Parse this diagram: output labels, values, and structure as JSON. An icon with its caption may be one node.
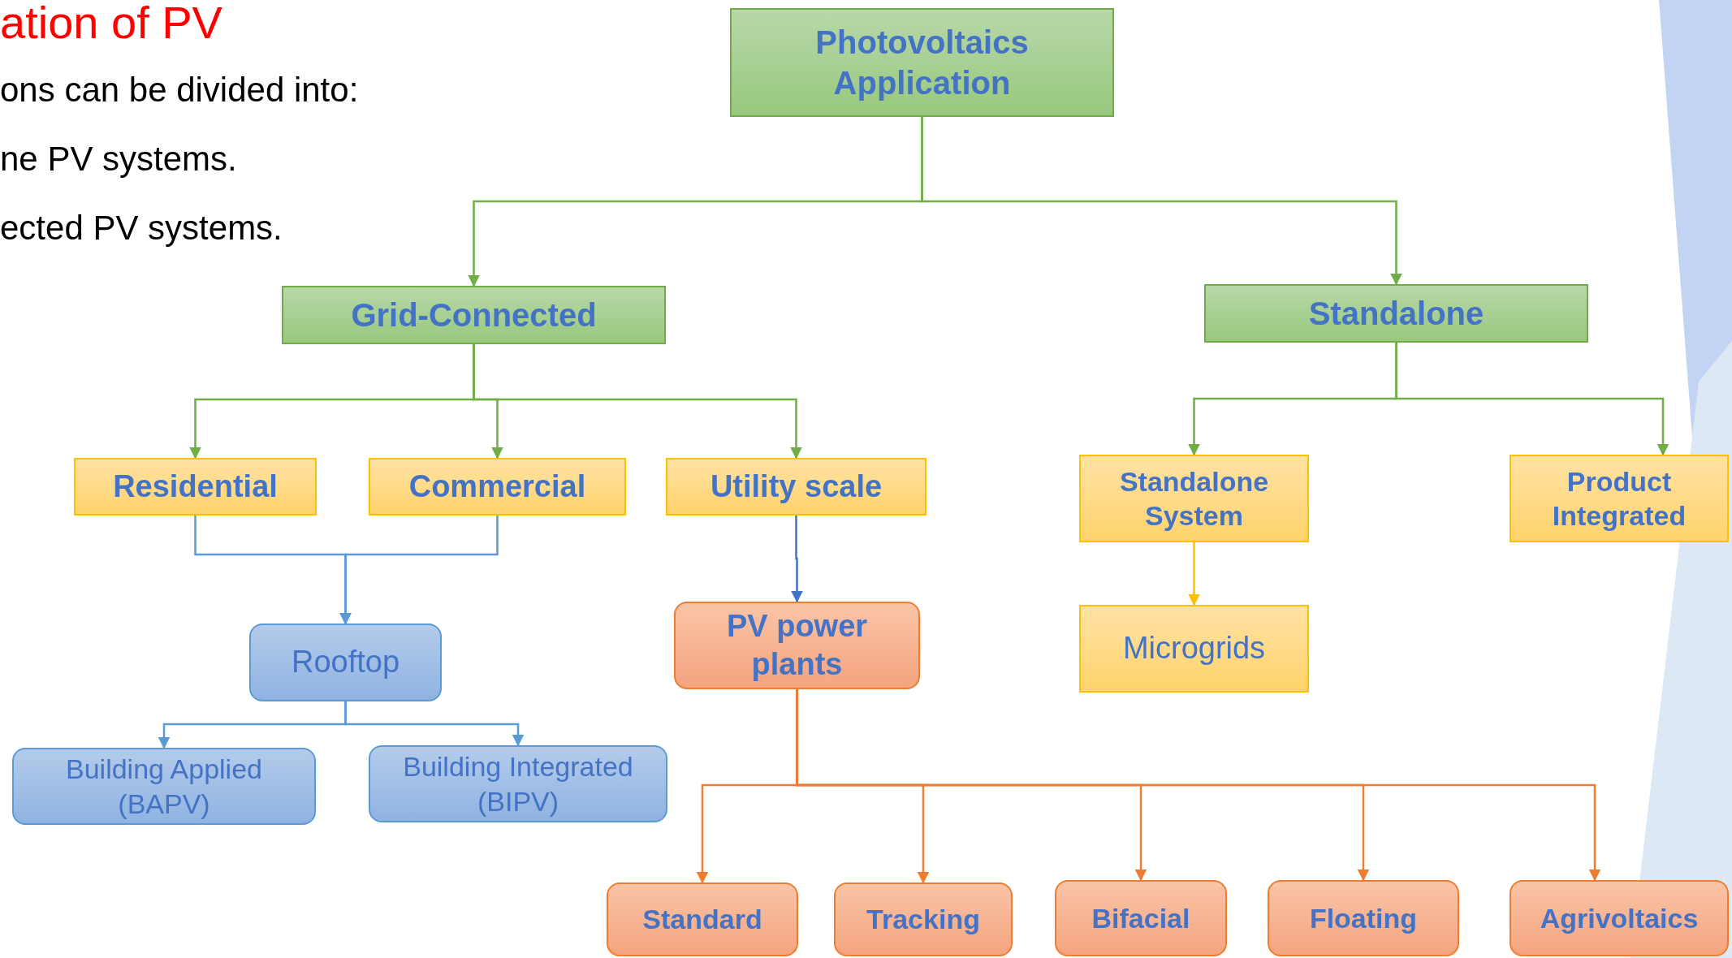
{
  "diagram": {
    "title": "ation of PV",
    "nodes": [
      {
        "text": [
          "Photovoltaics Application"
        ]
      },
      {
        "text": [
          "Grid-Connected"
        ]
      },
      {
        "text": [
          "Standalone"
        ]
      },
      {
        "text": [
          "Residential"
        ]
      },
      {
        "text": [
          "Commercial"
        ]
      },
      {
        "text": [
          "Utility scale"
        ]
      },
      {
        "text": [
          "Standalone System"
        ]
      },
      {
        "text": [
          "Product Integrated"
        ]
      },
      {
        "text": [
          "Rooftop"
        ]
      },
      {
        "text": [
          "PV power plants"
        ]
      },
      {
        "text": [
          "Microgrids"
        ]
      },
      {
        "text": [
          "Building Applied (BAPV)"
        ]
      },
      {
        "text": [
          "Building Integrated (BIPV)"
        ]
      },
      {
        "text": [
          "Standard"
        ]
      },
      {
        "text": [
          "Tracking"
        ]
      },
      {
        "text": [
          "Bifacial"
        ]
      },
      {
        "text": [
          "Floating"
        ]
      },
      {
        "text": [
          "Agrivoltaics"
        ]
      }
    ],
    "edges": [
      {
        "from": 0,
        "to": 1,
        "arrow": "to",
        "color": "#70ad47"
      },
      {
        "from": 0,
        "to": 2,
        "arrow": "to",
        "color": "#70ad47"
      },
      {
        "from": 1,
        "to": 3,
        "arrow": "to",
        "color": "#70ad47"
      },
      {
        "from": 1,
        "to": 4,
        "arrow": "to",
        "color": "#70ad47"
      },
      {
        "from": 1,
        "to": 5,
        "arrow": "to",
        "color": "#70ad47"
      },
      {
        "from": 2,
        "to": 6,
        "arrow": "to",
        "color": "#70ad47"
      },
      {
        "from": 2,
        "to": 7,
        "arrow": "to",
        "color": "#70ad47"
      },
      {
        "from": 3,
        "to": 8,
        "arrow": "to",
        "color": "#5b9bd5"
      },
      {
        "from": 4,
        "to": 8,
        "arrow": "to",
        "color": "#5b9bd5"
      },
      {
        "from": 5,
        "to": 9,
        "arrow": "to",
        "color": "#4472c4"
      },
      {
        "from": 6,
        "to": 10,
        "arrow": "to",
        "color": "#ffc000"
      },
      {
        "from": 8,
        "to": 11,
        "arrow": "to",
        "color": "#5b9bd5"
      },
      {
        "from": 8,
        "to": 12,
        "arrow": "to",
        "color": "#5b9bd5"
      },
      {
        "from": 9,
        "to": 13,
        "arrow": "to",
        "color": "#ed7d31"
      },
      {
        "from": 9,
        "to": 14,
        "arrow": "to",
        "color": "#ed7d31"
      },
      {
        "from": 9,
        "to": 15,
        "arrow": "to",
        "color": "#ed7d31"
      },
      {
        "from": 9,
        "to": 16,
        "arrow": "to",
        "color": "#ed7d31"
      },
      {
        "from": 9,
        "to": 17,
        "arrow": "to",
        "color": "#ed7d31"
      }
    ],
    "labels": [
      "ons can be divided into:",
      "ne PV systems.",
      "ected PV systems."
    ]
  }
}
